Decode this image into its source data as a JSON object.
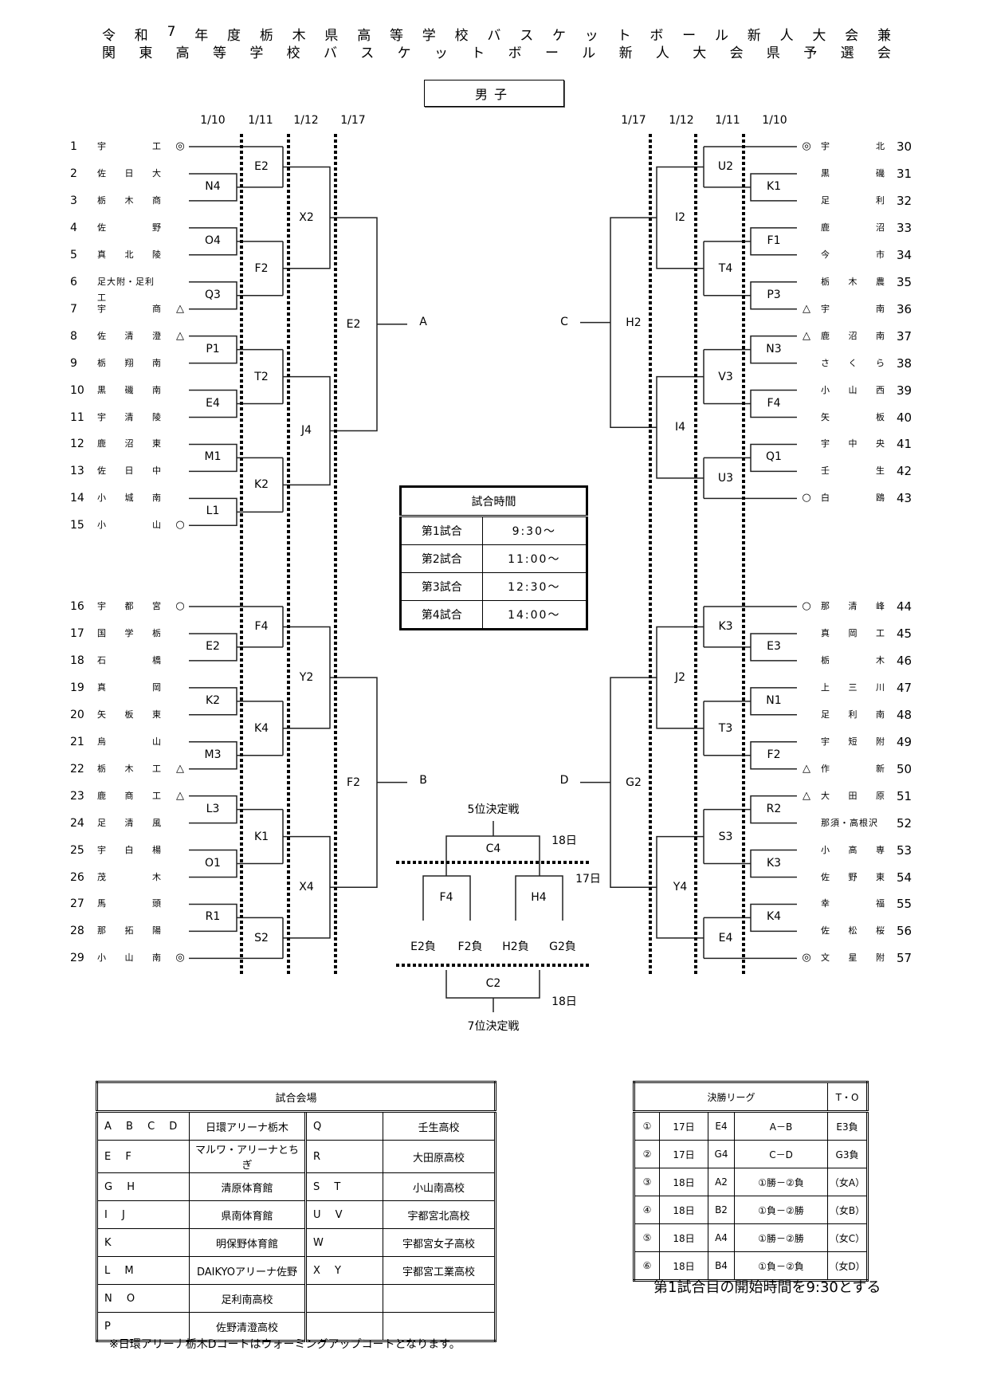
{
  "title": {
    "line1": [
      "令",
      "和",
      "7",
      "年",
      "度",
      "栃",
      "木",
      "県",
      "高",
      "等",
      "学",
      "校",
      "バ",
      "ス",
      "ケ",
      "ッ",
      "ト",
      "ボ",
      "ー",
      "ル",
      "新",
      "人",
      "大",
      "会",
      "兼"
    ],
    "line2": [
      "関",
      "東",
      "高",
      "等",
      "学",
      "校",
      "バ",
      "ス",
      "ケ",
      "ッ",
      "ト",
      "ボ",
      "ー",
      "ル",
      "新",
      "人",
      "大",
      "会",
      "県",
      "予",
      "選",
      "会"
    ]
  },
  "gender": "男子",
  "dates": {
    "left": [
      "1/10",
      "1/11",
      "1/12",
      "1/17"
    ],
    "right": [
      "1/17",
      "1/12",
      "1/11",
      "1/10"
    ]
  },
  "teams_left": [
    {
      "num": "1",
      "name": [
        "宇",
        "",
        "工"
      ],
      "mark": "◎"
    },
    {
      "num": "2",
      "name": [
        "佐",
        "日",
        "大"
      ],
      "mark": ""
    },
    {
      "num": "3",
      "name": [
        "栃",
        "木",
        "商"
      ],
      "mark": ""
    },
    {
      "num": "4",
      "name": [
        "佐",
        "",
        "野"
      ],
      "mark": ""
    },
    {
      "num": "5",
      "name": [
        "真",
        "北",
        "陵"
      ],
      "mark": ""
    },
    {
      "num": "6",
      "name": [
        "足大附・足利工"
      ],
      "mark": ""
    },
    {
      "num": "7",
      "name": [
        "宇",
        "",
        "商"
      ],
      "mark": "△"
    },
    {
      "num": "8",
      "name": [
        "佐",
        "清",
        "澄"
      ],
      "mark": "△"
    },
    {
      "num": "9",
      "name": [
        "栃",
        "翔",
        "南"
      ],
      "mark": ""
    },
    {
      "num": "10",
      "name": [
        "黒",
        "磯",
        "南"
      ],
      "mark": ""
    },
    {
      "num": "11",
      "name": [
        "宇",
        "清",
        "陵"
      ],
      "mark": ""
    },
    {
      "num": "12",
      "name": [
        "鹿",
        "沼",
        "東"
      ],
      "mark": ""
    },
    {
      "num": "13",
      "name": [
        "佐",
        "日",
        "中"
      ],
      "mark": ""
    },
    {
      "num": "14",
      "name": [
        "小",
        "城",
        "南"
      ],
      "mark": ""
    },
    {
      "num": "15",
      "name": [
        "小",
        "",
        "山"
      ],
      "mark": "○"
    },
    {
      "num": "16",
      "name": [
        "宇",
        "都",
        "宮"
      ],
      "mark": "○"
    },
    {
      "num": "17",
      "name": [
        "国",
        "学",
        "栃"
      ],
      "mark": ""
    },
    {
      "num": "18",
      "name": [
        "石",
        "",
        "橋"
      ],
      "mark": ""
    },
    {
      "num": "19",
      "name": [
        "真",
        "",
        "岡"
      ],
      "mark": ""
    },
    {
      "num": "20",
      "name": [
        "矢",
        "板",
        "東"
      ],
      "mark": ""
    },
    {
      "num": "21",
      "name": [
        "烏",
        "",
        "山"
      ],
      "mark": ""
    },
    {
      "num": "22",
      "name": [
        "栃",
        "木",
        "工"
      ],
      "mark": "△"
    },
    {
      "num": "23",
      "name": [
        "鹿",
        "商",
        "工"
      ],
      "mark": "△"
    },
    {
      "num": "24",
      "name": [
        "足",
        "清",
        "風"
      ],
      "mark": ""
    },
    {
      "num": "25",
      "name": [
        "宇",
        "白",
        "楊"
      ],
      "mark": ""
    },
    {
      "num": "26",
      "name": [
        "茂",
        "",
        "木"
      ],
      "mark": ""
    },
    {
      "num": "27",
      "name": [
        "馬",
        "",
        "頭"
      ],
      "mark": ""
    },
    {
      "num": "28",
      "name": [
        "那",
        "拓",
        "陽"
      ],
      "mark": ""
    },
    {
      "num": "29",
      "name": [
        "小",
        "山",
        "南"
      ],
      "mark": "◎"
    }
  ],
  "teams_right": [
    {
      "num": "30",
      "name": [
        "宇",
        "",
        "北"
      ],
      "mark": "◎"
    },
    {
      "num": "31",
      "name": [
        "黒",
        "",
        "磯"
      ],
      "mark": ""
    },
    {
      "num": "32",
      "name": [
        "足",
        "",
        "利"
      ],
      "mark": ""
    },
    {
      "num": "33",
      "name": [
        "鹿",
        "",
        "沼"
      ],
      "mark": ""
    },
    {
      "num": "34",
      "name": [
        "今",
        "",
        "市"
      ],
      "mark": ""
    },
    {
      "num": "35",
      "name": [
        "栃",
        "木",
        "農"
      ],
      "mark": ""
    },
    {
      "num": "36",
      "name": [
        "宇",
        "",
        "南"
      ],
      "mark": "△"
    },
    {
      "num": "37",
      "name": [
        "鹿",
        "沼",
        "南"
      ],
      "mark": "△"
    },
    {
      "num": "38",
      "name": [
        "さ",
        "く",
        "ら"
      ],
      "mark": ""
    },
    {
      "num": "39",
      "name": [
        "小",
        "山",
        "西"
      ],
      "mark": ""
    },
    {
      "num": "40",
      "name": [
        "矢",
        "",
        "板"
      ],
      "mark": ""
    },
    {
      "num": "41",
      "name": [
        "宇",
        "中",
        "央"
      ],
      "mark": ""
    },
    {
      "num": "42",
      "name": [
        "壬",
        "",
        "生"
      ],
      "mark": ""
    },
    {
      "num": "43",
      "name": [
        "白",
        "",
        "鴎"
      ],
      "mark": "○"
    },
    {
      "num": "44",
      "name": [
        "那",
        "清",
        "峰"
      ],
      "mark": "○"
    },
    {
      "num": "45",
      "name": [
        "真",
        "岡",
        "工"
      ],
      "mark": ""
    },
    {
      "num": "46",
      "name": [
        "栃",
        "",
        "木"
      ],
      "mark": ""
    },
    {
      "num": "47",
      "name": [
        "上",
        "三",
        "川"
      ],
      "mark": ""
    },
    {
      "num": "48",
      "name": [
        "足",
        "利",
        "南"
      ],
      "mark": ""
    },
    {
      "num": "49",
      "name": [
        "宇",
        "短",
        "附"
      ],
      "mark": ""
    },
    {
      "num": "50",
      "name": [
        "作",
        "",
        "新"
      ],
      "mark": "△"
    },
    {
      "num": "51",
      "name": [
        "大",
        "田",
        "原"
      ],
      "mark": "△"
    },
    {
      "num": "52",
      "name": [
        "那須・高根沢"
      ],
      "mark": ""
    },
    {
      "num": "53",
      "name": [
        "小",
        "高",
        "専"
      ],
      "mark": ""
    },
    {
      "num": "54",
      "name": [
        "佐",
        "野",
        "東"
      ],
      "mark": ""
    },
    {
      "num": "55",
      "name": [
        "幸",
        "",
        "福"
      ],
      "mark": ""
    },
    {
      "num": "56",
      "name": [
        "佐",
        "松",
        "桜"
      ],
      "mark": ""
    },
    {
      "num": "57",
      "name": [
        "文",
        "星",
        "附"
      ],
      "mark": "◎"
    }
  ],
  "games_left": {
    "r1_top": [
      "N4",
      "O4",
      "Q3",
      "P1",
      "E4",
      "M1",
      "L1"
    ],
    "r2_top": [
      "E2",
      "F2",
      "T2",
      "K2"
    ],
    "r3_top": [
      "X2",
      "J4"
    ],
    "r4_top": "E2",
    "r1_bot": [
      "E2",
      "K2",
      "M3",
      "L3",
      "O1",
      "R1"
    ],
    "r2_bot": [
      "F4",
      "K4",
      "K1",
      "S2"
    ],
    "r3_bot": [
      "Y2",
      "X4"
    ],
    "r4_bot": "F2"
  },
  "games_right": {
    "r1_top": [
      "K1",
      "F1",
      "P3",
      "N3",
      "F4",
      "Q1"
    ],
    "r2_top": [
      "U2",
      "T4",
      "V3",
      "U3"
    ],
    "r3_top": [
      "I2",
      "I4"
    ],
    "r4_top": "H2",
    "r1_bot": [
      "E3",
      "N1",
      "F2",
      "R2",
      "K3",
      "K4"
    ],
    "r2_bot": [
      "K3",
      "T3",
      "S3",
      "E4"
    ],
    "r3_bot": [
      "J2",
      "Y4"
    ],
    "r4_bot": "G2"
  },
  "block_labels": {
    "a": "A",
    "b": "B",
    "c": "C",
    "d": "D"
  },
  "time_table": {
    "header": "試合時間",
    "rows": [
      {
        "label": "第1試合",
        "time": "9:30～"
      },
      {
        "label": "第2試合",
        "time": "11:00～"
      },
      {
        "label": "第3試合",
        "time": "12:30～"
      },
      {
        "label": "第4試合",
        "time": "14:00～"
      }
    ]
  },
  "placement": {
    "fifth_title": "5位決定戦",
    "fifth_game": "C4",
    "day18_top": "18日",
    "day17": "17日",
    "semi_left": "F4",
    "semi_right": "H4",
    "losers": [
      "E2負",
      "F2負",
      "H2負",
      "G2負"
    ],
    "seventh_game": "C2",
    "day18_bottom": "18日",
    "seventh_title": "7位決定戦"
  },
  "venue_table": {
    "header": "試合会場",
    "rows": [
      {
        "code1": "A B C D",
        "place1": "日環アリーナ栃木",
        "code2": "Q",
        "place2": "壬生高校"
      },
      {
        "code1": "E F",
        "place1": "マルワ・アリーナとちぎ",
        "code2": "R",
        "place2": "大田原高校"
      },
      {
        "code1": "G H",
        "place1": "清原体育館",
        "code2": "S T",
        "place2": "小山南高校"
      },
      {
        "code1": "I J",
        "place1": "県南体育館",
        "code2": "U V",
        "place2": "宇都宮北高校"
      },
      {
        "code1": "K",
        "place1": "明保野体育館",
        "code2": "W",
        "place2": "宇都宮女子高校"
      },
      {
        "code1": "L M",
        "place1": "DAIKYOアリーナ佐野",
        "code2": "X Y",
        "place2": "宇都宮工業高校"
      },
      {
        "code1": "N O",
        "place1": "足利南高校",
        "code2": "",
        "place2": ""
      },
      {
        "code1": "P",
        "place1": "佐野清澄高校",
        "code2": "",
        "place2": ""
      }
    ],
    "note": "※日環アリーナ栃木Dコートはウォーミングアップコートとなります。"
  },
  "league_table": {
    "header": "決勝リーグ",
    "header_to": "T・O",
    "rows": [
      {
        "no": "①",
        "day": "17日",
        "court": "E4",
        "match": "A－B",
        "to": "E3負"
      },
      {
        "no": "②",
        "day": "17日",
        "court": "G4",
        "match": "C－D",
        "to": "G3負"
      },
      {
        "no": "③",
        "day": "18日",
        "court": "A2",
        "match": "①勝－②負",
        "to": "（女A）"
      },
      {
        "no": "④",
        "day": "18日",
        "court": "B2",
        "match": "①負－②勝",
        "to": "（女B）"
      },
      {
        "no": "⑤",
        "day": "18日",
        "court": "A4",
        "match": "①勝－②勝",
        "to": "（女C）"
      },
      {
        "no": "⑥",
        "day": "18日",
        "court": "B4",
        "match": "①負－②負",
        "to": "（女D）"
      }
    ],
    "note": "第1試合目の開始時間を9:30とする"
  }
}
